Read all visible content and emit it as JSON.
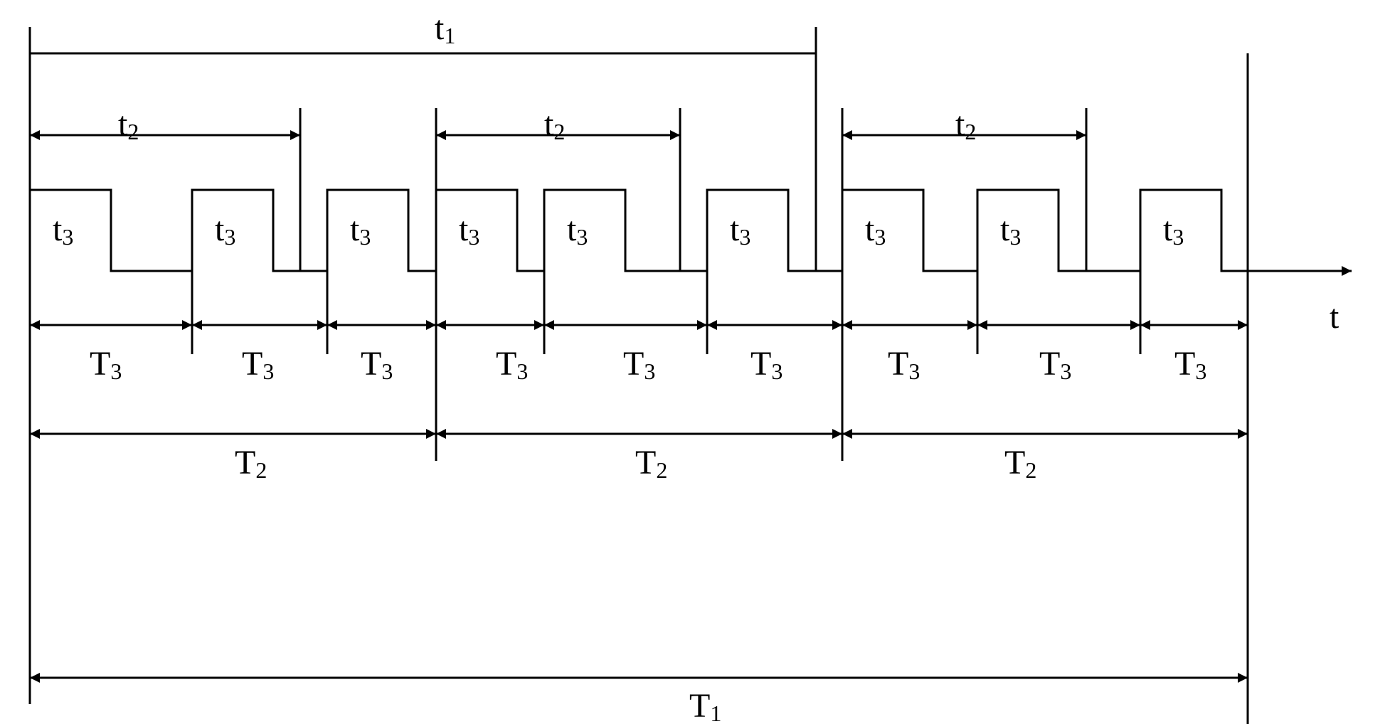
{
  "axis_label": "t",
  "labels": {
    "t1": {
      "main": "t",
      "sub": "1"
    },
    "t2": {
      "main": "t",
      "sub": "2"
    },
    "t3": {
      "main": "t",
      "sub": "3"
    },
    "T1": {
      "main": "T",
      "sub": "1"
    },
    "T2": {
      "main": "T",
      "sub": "2"
    },
    "T3": {
      "main": "T",
      "sub": "3"
    }
  },
  "counts": {
    "t2_spans": 3,
    "t3_pulses": 9,
    "T3_spans": 9,
    "T2_spans": 3,
    "T1_spans": 1,
    "t1_spans": 1
  }
}
